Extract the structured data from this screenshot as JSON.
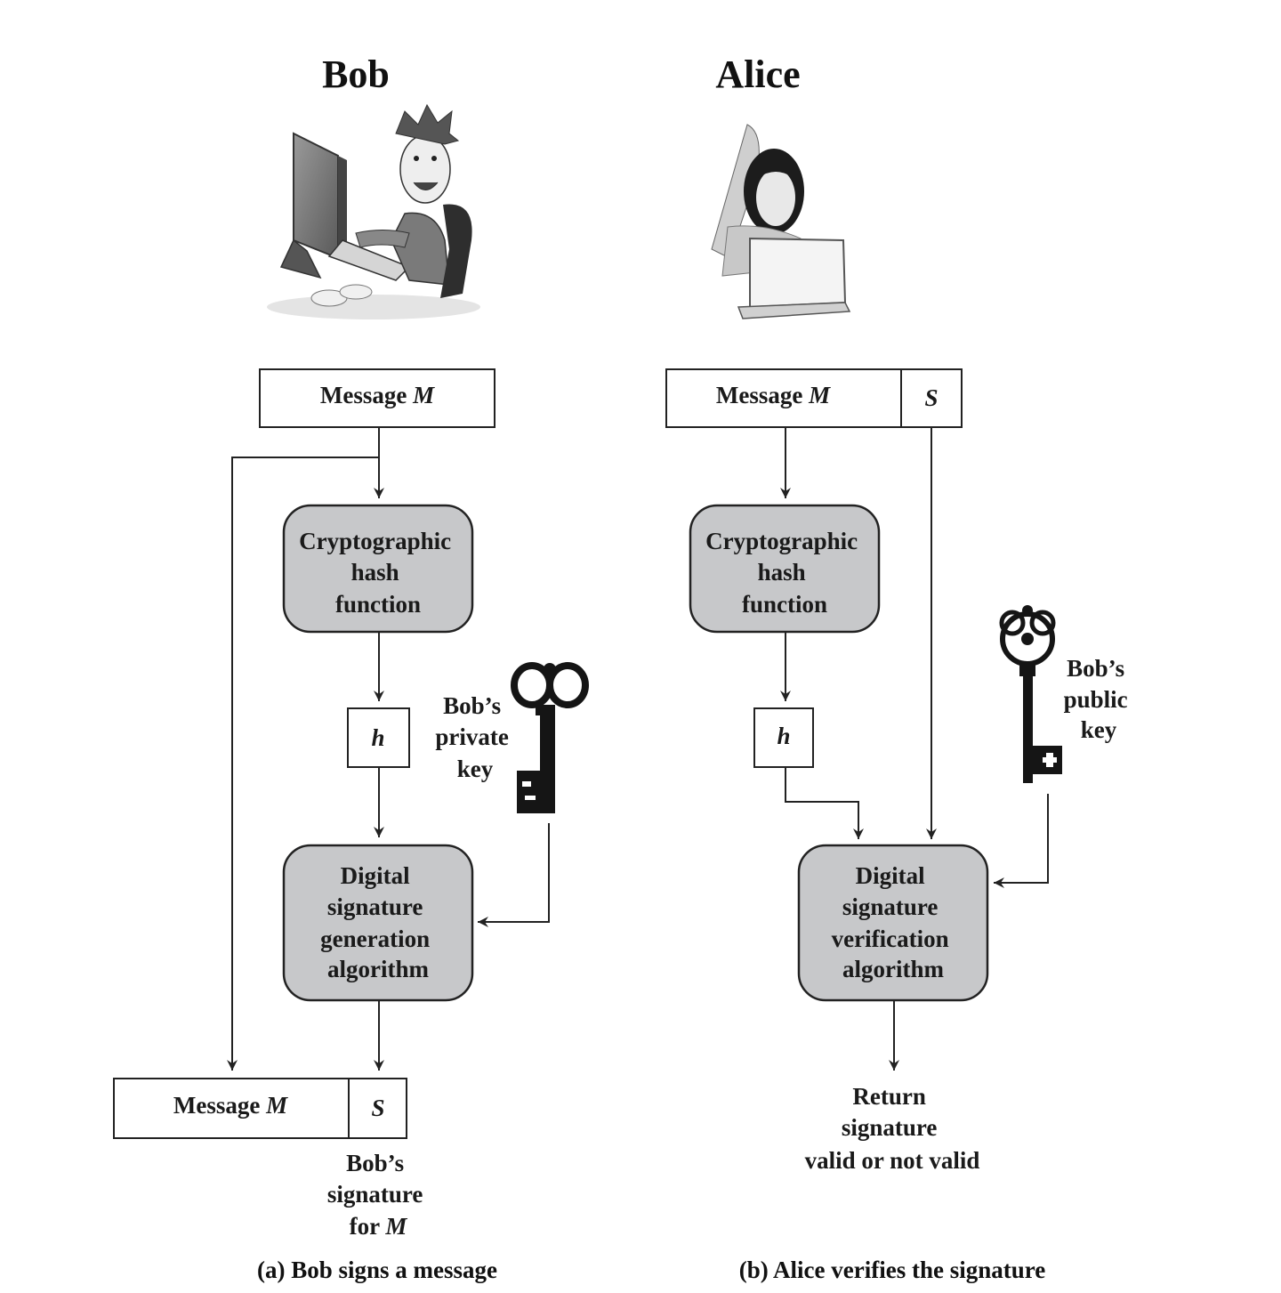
{
  "bob": {
    "name": "Bob",
    "message_box": {
      "label": "Message ",
      "var": "M"
    },
    "hash_box": [
      "Cryptographic",
      "hash",
      "function"
    ],
    "h_label": "h",
    "key_label": [
      "Bob’s",
      "private",
      "key"
    ],
    "sign_box": [
      "Digital",
      "signature",
      "generation",
      "algorithm"
    ],
    "output_box": {
      "label": "Message ",
      "var": "M",
      "sig": "S"
    },
    "signature_label": [
      "Bob’s",
      "signature",
      "for "
    ],
    "signature_var": "M",
    "caption": "(a) Bob signs a message"
  },
  "alice": {
    "name": "Alice",
    "message_box": {
      "label": "Message ",
      "var": "M",
      "sig": "S"
    },
    "hash_box": [
      "Cryptographic",
      "hash",
      "function"
    ],
    "h_label": "h",
    "key_label": [
      "Bob’s",
      "public",
      "key"
    ],
    "verify_box": [
      "Digital",
      "signature",
      "verification",
      "algorithm"
    ],
    "result_label": [
      "Return",
      "signature",
      "valid or not valid"
    ],
    "caption": "(b) Alice verifies the signature"
  }
}
